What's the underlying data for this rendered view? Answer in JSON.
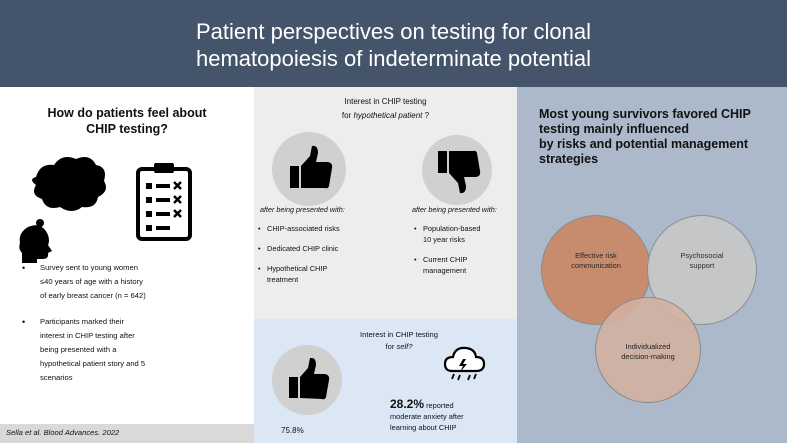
{
  "header": {
    "title_line1": "Patient  perspectives on testing for clonal",
    "title_line2": "hematopoiesis of indeterminate potential"
  },
  "left": {
    "question_line1": "How do patients feel about",
    "question_line2": "CHIP testing?",
    "icons": [
      "thinking-head-icon",
      "clipboard-checklist-icon"
    ],
    "bullets": [
      [
        "Survey sent to young women",
        "≤40 years of age with a history",
        "of early breast cancer (n = 642)"
      ],
      [
        "Participants marked their",
        "interest in CHIP testing after",
        "being presented with a",
        "hypothetical patient story and 5",
        "scenarios"
      ]
    ],
    "citation": "Sella et al. Blood Advances. 2022"
  },
  "middle": {
    "hypothetical": {
      "title_line1": "Interest in CHIP testing",
      "title_line2_prefix": "for ",
      "title_line2_italic": "hypothetical patient",
      "title_line2_suffix": " ?",
      "positive": {
        "icon": "thumbs-up-icon",
        "subtitle": "after being presented with:",
        "items": [
          "CHIP-associated risks",
          "Dedicated CHIP clinic",
          "Hypothetical CHIP",
          "treatment"
        ]
      },
      "negative": {
        "icon": "thumbs-down-icon",
        "subtitle": "after being presented with:",
        "items_line1": "Population-based",
        "items_line2": "10 year risks",
        "item2_line1": "Current CHIP",
        "item2_line2": "management"
      }
    },
    "self": {
      "title_line1": "Interest in CHIP testing",
      "title_line2_prefix": "for ",
      "title_line2_italic": "self?",
      "positive_icon": "thumbs-up-icon",
      "positive_pct": "75.8%",
      "anxiety_icon": "storm-cloud-icon",
      "anxiety_pct": "28.2%",
      "anxiety_text_a": "reported",
      "anxiety_text_b": "moderate anxiety after",
      "anxiety_text_c": "learning about CHIP"
    }
  },
  "right": {
    "headline_line1": "Most young survivors favored CHIP",
    "headline_line2": "testing mainly influenced",
    "headline_line3": "by risks and potential management",
    "headline_line4": "strategies",
    "venn": {
      "a_line1": "Effective risk",
      "a_line2": "communication",
      "b_line1": "Psychosocial",
      "b_line2": "support",
      "c_line1": "Individualized",
      "c_line2": "decision-making"
    },
    "colors": {
      "a": "#c9896a",
      "b": "#c8c8c8",
      "c": "#d4b0a0"
    }
  }
}
